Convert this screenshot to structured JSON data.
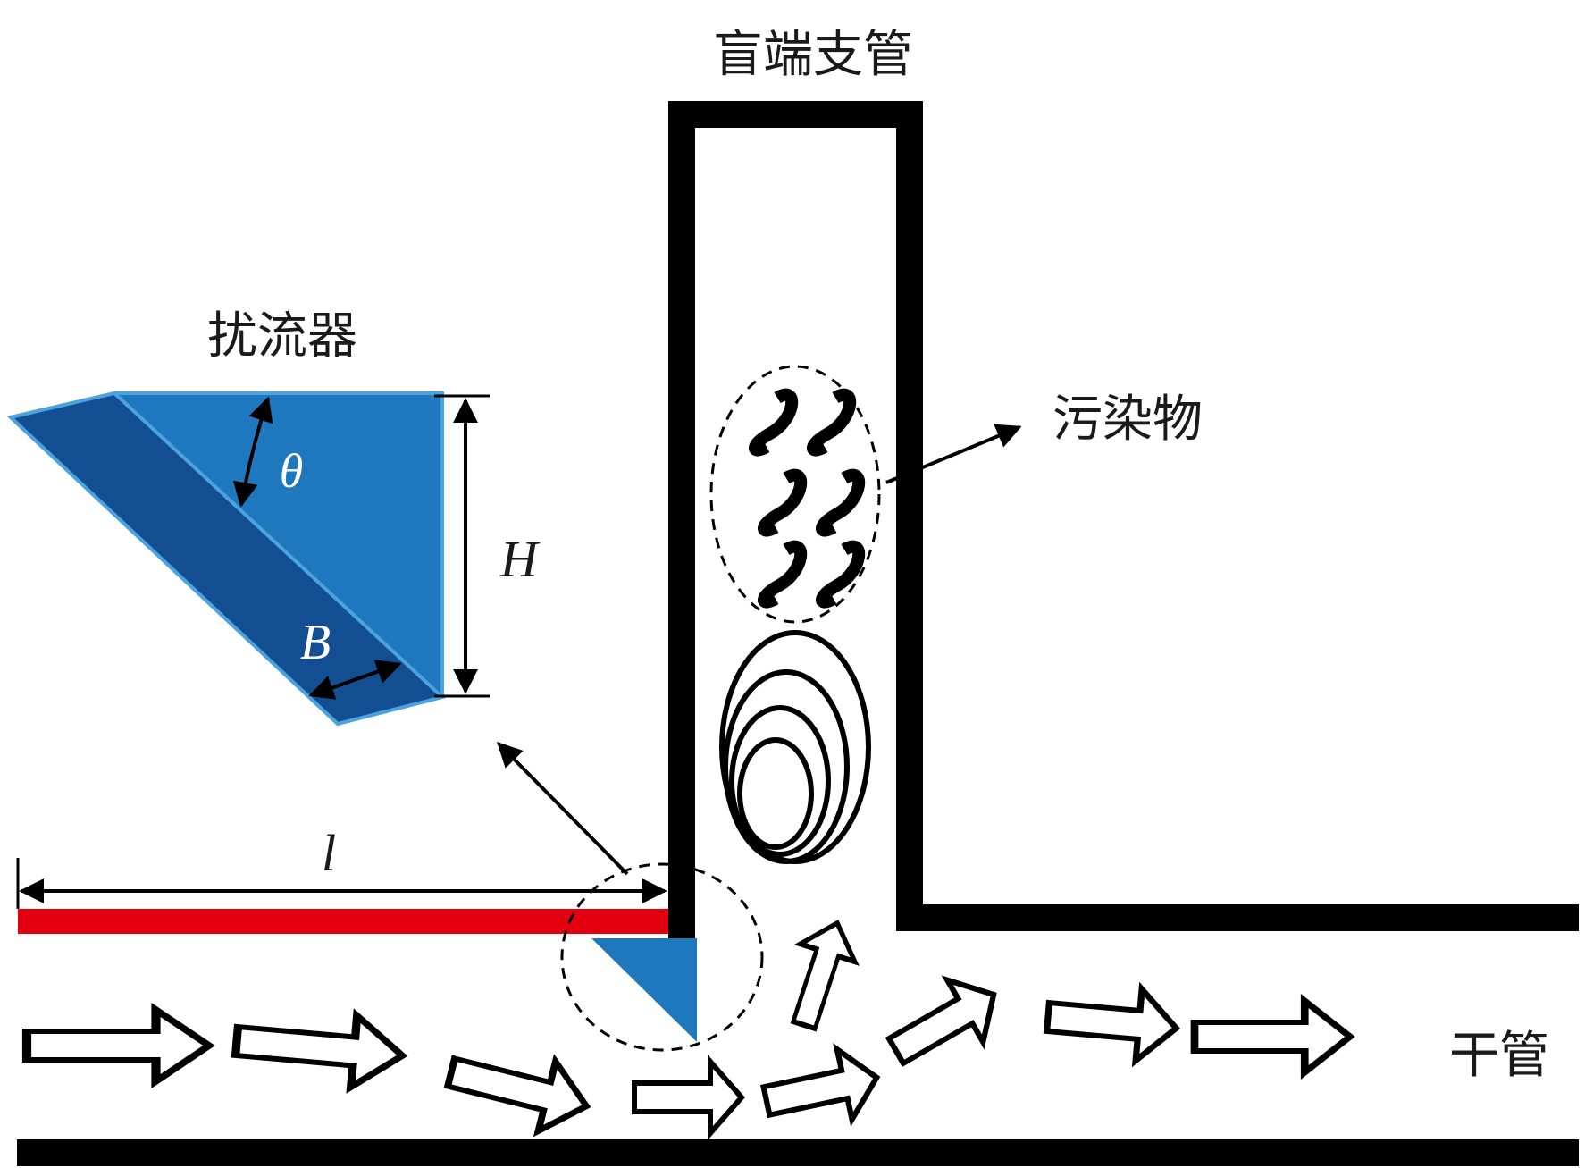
{
  "labels": {
    "branch_pipe": "盲端支管",
    "spoiler": "扰流器",
    "pollutant": "污染物",
    "main_pipe": "干管"
  },
  "symbols": {
    "theta": "θ",
    "H": "H",
    "B": "B",
    "l": "l"
  },
  "colors": {
    "spoiler_light": "#1f78be",
    "spoiler_dark": "#134e93",
    "spoiler_edge": "#4aa3de",
    "red_bar": "#e3000f",
    "pipe": "#000000"
  }
}
